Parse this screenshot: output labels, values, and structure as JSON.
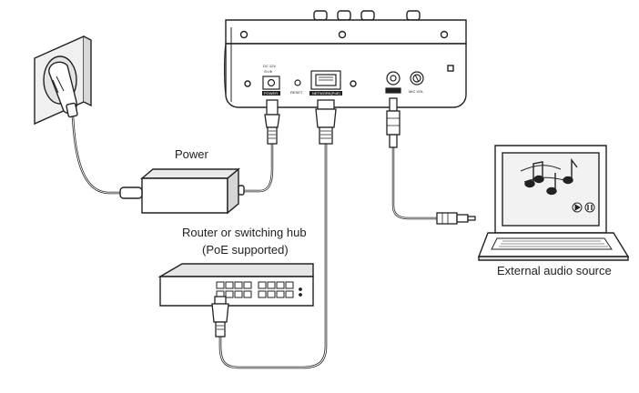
{
  "labels": {
    "power": "Power",
    "router_line1": "Router or switching hub",
    "router_line2": "(PoE supported)",
    "audio_source": "External audio source"
  },
  "device_ports": {
    "dc_in_line1": "DC 12V",
    "dc_in_line2": "⊖◐⊕",
    "dc_badge": "POWER",
    "reset": "RESET",
    "network_badge": "NETWORK(PoE)",
    "mic_vol": "MIC VOL"
  },
  "colors": {
    "line": "#222222",
    "device_fill": "#ffffff",
    "screen_fill": "#f2f2f2",
    "wall_fill": "#f0f0f0",
    "switch_top": "#e6e6e6"
  },
  "icons": {
    "music": "music-notes-icon",
    "play": "play-icon",
    "pause": "pause-icon"
  }
}
